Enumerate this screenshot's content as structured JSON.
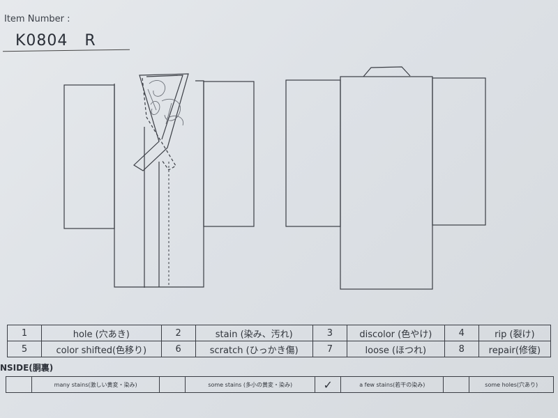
{
  "header": {
    "item_number_label": "Item Number :",
    "item_code": "K0804",
    "item_suffix": "R"
  },
  "defect_table": {
    "rows": [
      [
        {
          "num": "1",
          "label": "hole (穴あき)"
        },
        {
          "num": "2",
          "label": "stain (染み、汚れ)"
        },
        {
          "num": "3",
          "label": "discolor (色やけ)"
        },
        {
          "num": "4",
          "label": "rip (裂け)"
        }
      ],
      [
        {
          "num": "5",
          "label": "color shifted(色移り)"
        },
        {
          "num": "6",
          "label": "scratch (ひっかき傷)"
        },
        {
          "num": "7",
          "label": "loose (ほつれ)"
        },
        {
          "num": "8",
          "label": "repair(修復)"
        }
      ]
    ]
  },
  "inside": {
    "title": "NSIDE(胴裏)",
    "options": [
      {
        "label": "many stains(激しい黄変・染み)",
        "mark": ""
      },
      {
        "label": "some stains (多小の黄変・染み)",
        "mark": ""
      },
      {
        "label": "a few stains(若干の染み)",
        "mark": "✓"
      },
      {
        "label": "some holes(穴あり)",
        "mark": ""
      }
    ]
  },
  "colors": {
    "paper": "#e3e6ea",
    "ink": "#3a3d44",
    "pencil_sketch": "#6a6e76"
  }
}
